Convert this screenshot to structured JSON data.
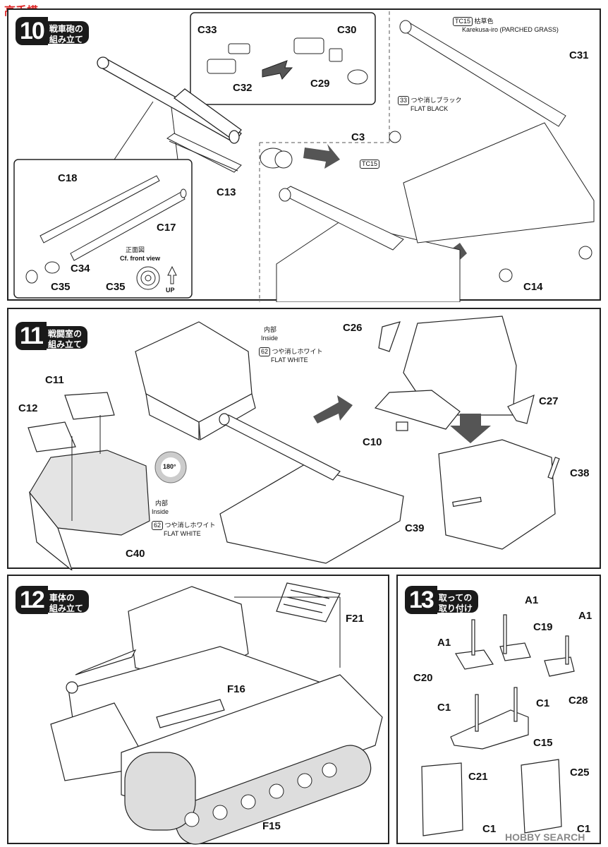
{
  "watermark_top": "高手模",
  "step10": {
    "num": "10",
    "title": [
      "戦車砲の",
      "組み立て"
    ],
    "parts": [
      "C33",
      "C30",
      "C32",
      "C29",
      "C13",
      "C18",
      "C17",
      "C34",
      "C35",
      "C35",
      "C3",
      "C31",
      "C14"
    ],
    "front_view_jp": "正面図",
    "front_view_en": "Cf. front view",
    "up": "UP",
    "color1_code": "TC15",
    "color1_jp": "枯草色",
    "color1_en": "Karekusa-iro (PARCHED GRASS)",
    "color2_code": "33",
    "color2_jp": "つや消しブラック",
    "color2_en": "FLAT BLACK",
    "color3_code": "TC15"
  },
  "step11": {
    "num": "11",
    "title": [
      "戦闘室の",
      "組み立て"
    ],
    "parts": [
      "C26",
      "C11",
      "C12",
      "C27",
      "C10",
      "C38",
      "C39",
      "C40"
    ],
    "inside_jp": "内部",
    "inside_en": "Inside",
    "paint_code": "62",
    "paint_jp": "つや消しホワイト",
    "paint_en": "FLAT WHITE",
    "rotate": "180°"
  },
  "step12": {
    "num": "12",
    "title": [
      "車体の",
      "組み立て"
    ],
    "parts": [
      "F21",
      "F16",
      "F15"
    ]
  },
  "step13": {
    "num": "13",
    "title": [
      "取っての",
      "取り付け"
    ],
    "parts": [
      "A1",
      "A1",
      "C19",
      "A1",
      "C20",
      "C28",
      "C1",
      "C1",
      "C15",
      "C21",
      "C25",
      "C1",
      "C1"
    ]
  },
  "footer": {
    "brand": "HOBBY SEARCH"
  }
}
